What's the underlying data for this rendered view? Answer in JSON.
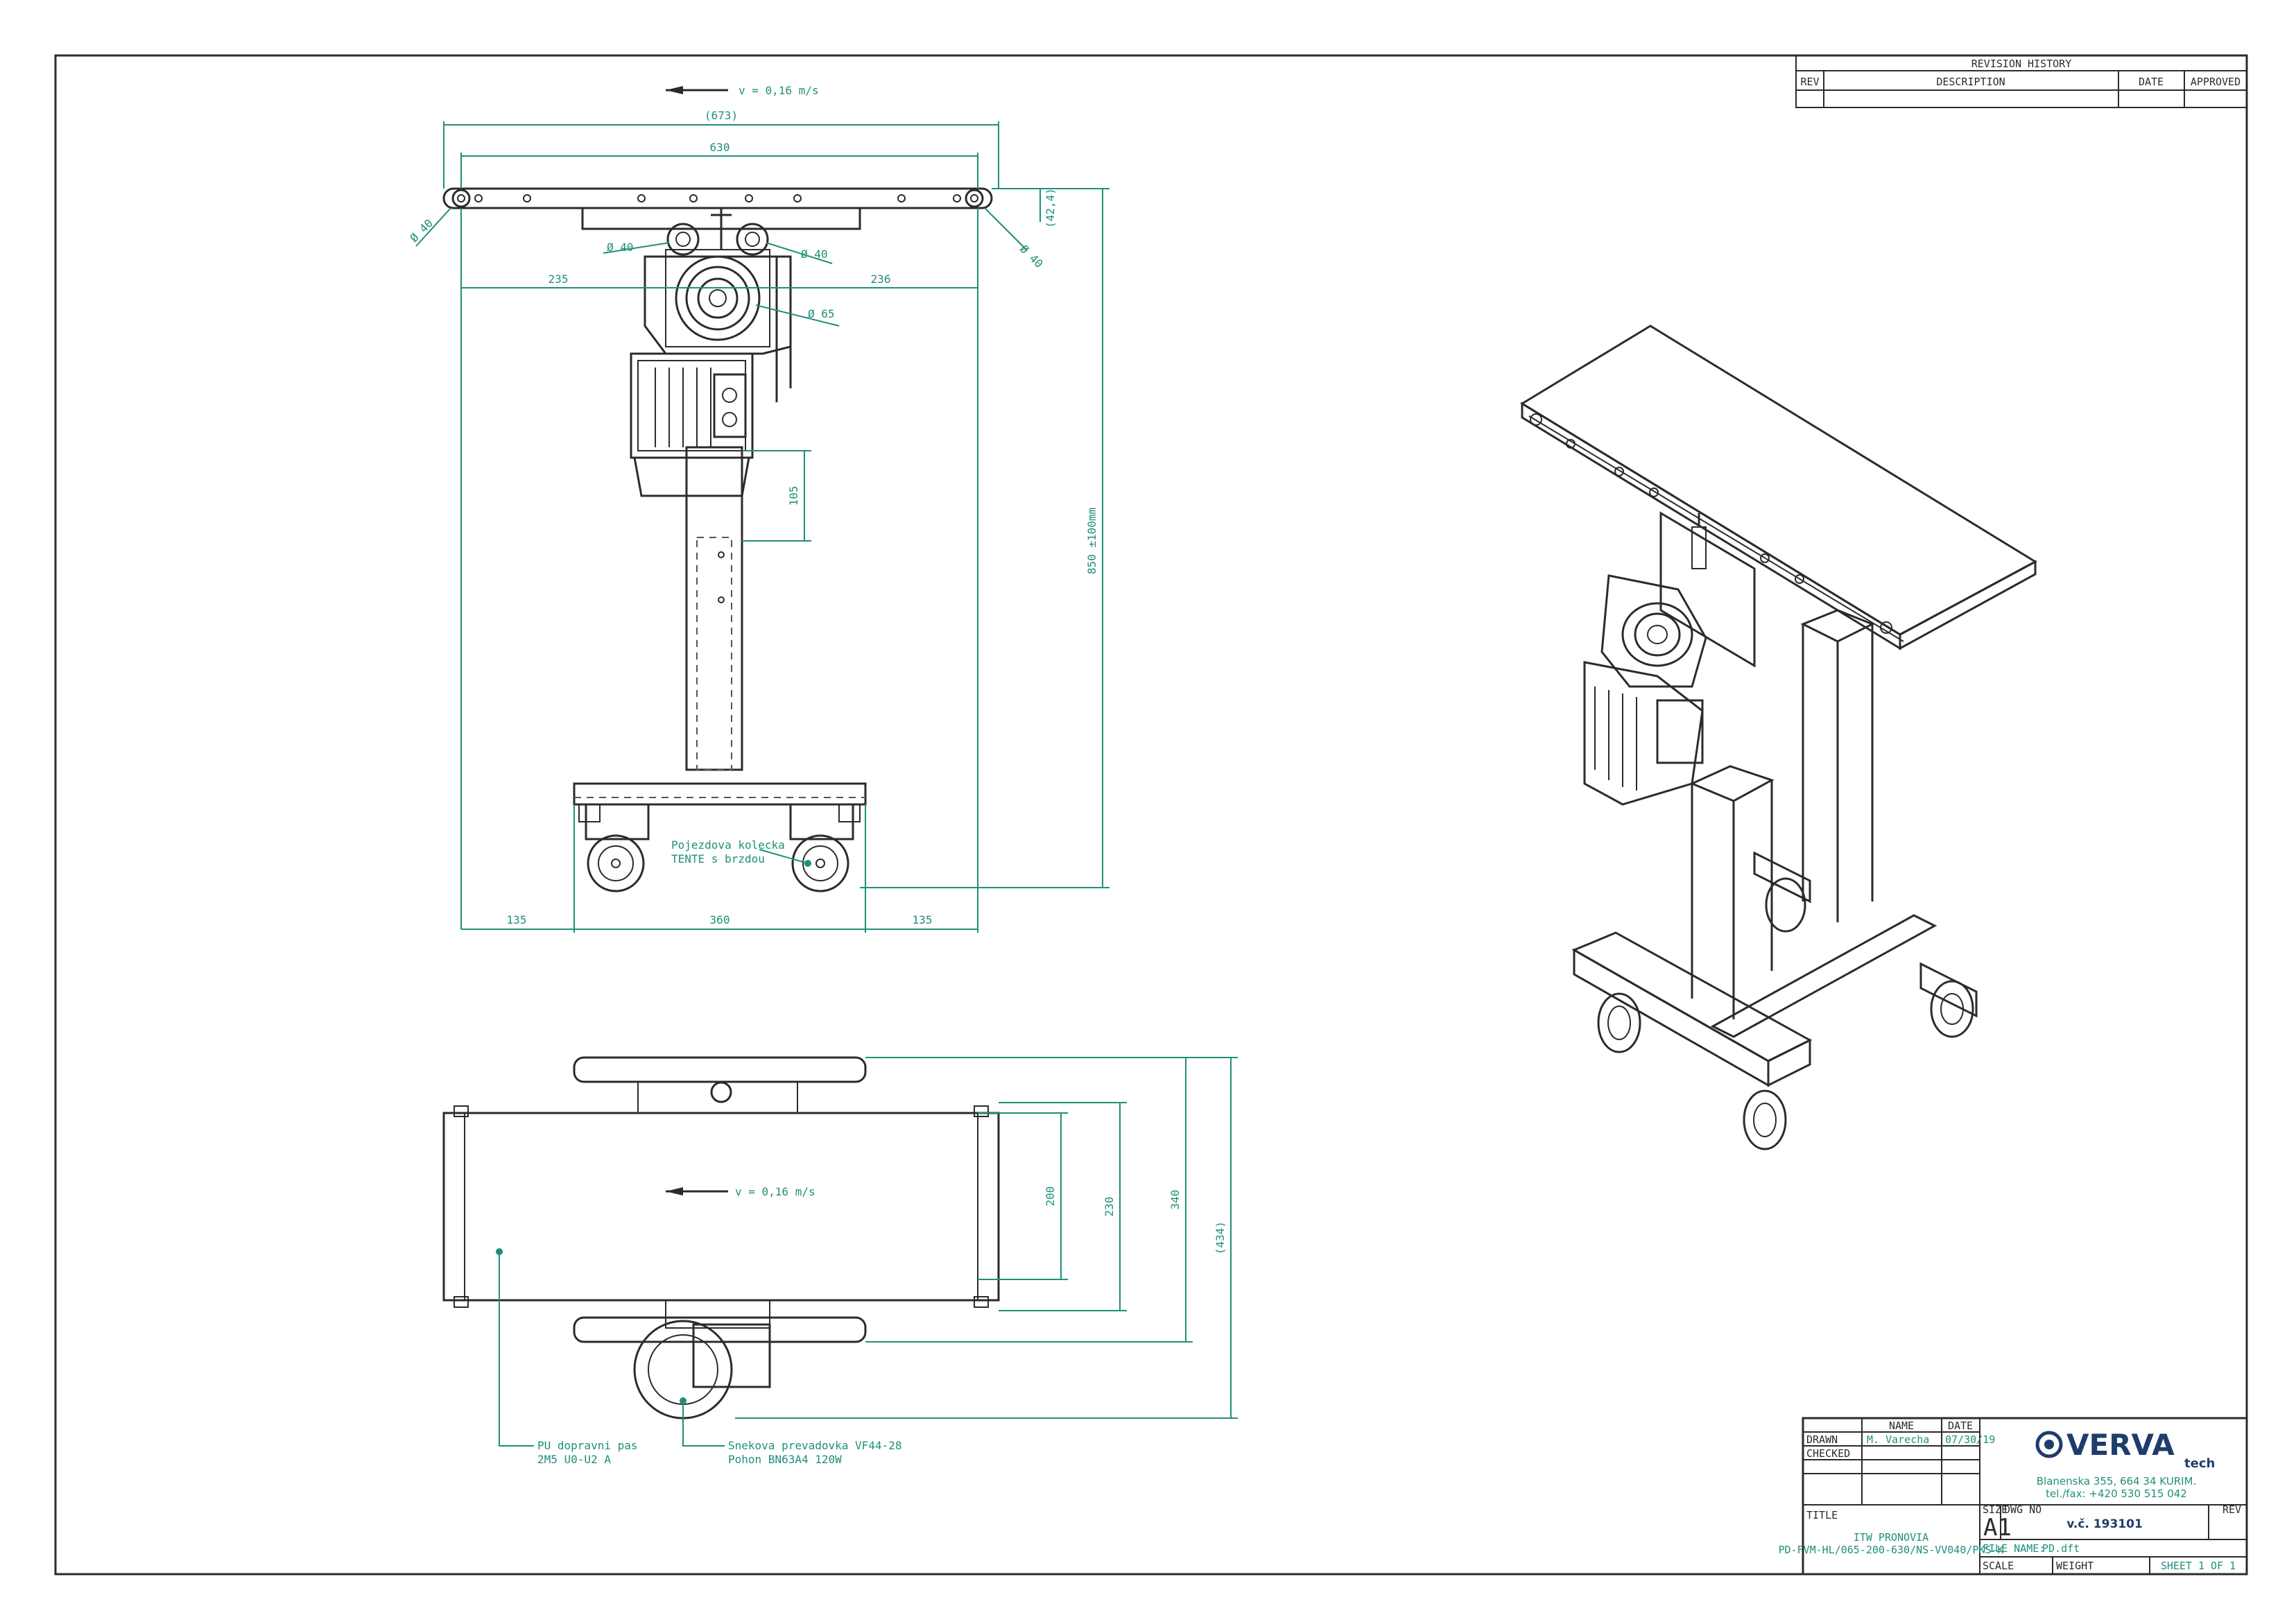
{
  "revision_table": {
    "title": "REVISION HISTORY",
    "headers": [
      "REV",
      "DESCRIPTION",
      "DATE",
      "APPROVED"
    ]
  },
  "front_view": {
    "speed": "v = 0,16 m/s",
    "dims": {
      "overall": "(673)",
      "width": "630",
      "left_offset": "235",
      "right_offset": "236",
      "d_roller_left": "Ø 40",
      "d_roller_right": "Ø 40",
      "d_drive_left": "Ø 40",
      "d_drive_right": "Ø 40",
      "d_drive": "Ø 65",
      "top_thickness": "(42,4)",
      "height": "850 ±100mm",
      "adjust": "105",
      "base_left": "135",
      "base_mid": "360",
      "base_right": "135"
    },
    "note_wheels": [
      "Pojezdova kolecka",
      "TENTE s brzdou"
    ]
  },
  "top_view": {
    "speed": "v = 0,16 m/s",
    "dims": {
      "belt": "200",
      "frame": "230",
      "outer": "340",
      "overall": "(434)"
    },
    "note_belt": [
      "PU dopravni pas",
      "2M5 U0-U2 A"
    ],
    "note_drive": [
      "Snekova prevadovka VF44-28",
      "Pohon BN63A4 120W"
    ]
  },
  "title_block": {
    "name_label": "NAME",
    "date_label": "DATE",
    "drawn_label": "DRAWN",
    "drawn_name": "M. Varecha",
    "drawn_date": "07/30/19",
    "checked_label": "CHECKED",
    "company": "VERVA",
    "company_sub": "tech",
    "address": "Blanenska 355, 664 34 KURIM.",
    "phone": "tel./fax: +420 530 515 042",
    "title_label": "TITLE",
    "title_line1": "ITW PRONOVIA",
    "title_line2": "PD-FVM-HL/065-200-630/NS-VV040/PKS-K",
    "size_label": "SIZE",
    "size": "A1",
    "dwg_label": "DWG NO",
    "dwg_no": "v.č. 193101",
    "rev_label": "REV",
    "file_label": "FILE NAME:",
    "file_name": "PD.dft",
    "scale_label": "SCALE",
    "weight_label": "WEIGHT",
    "sheet": "SHEET 1 OF 1"
  },
  "colors": {
    "line": "#2b2b2b",
    "dimension": "#1f8f7a",
    "brand": "#1e3d6b"
  }
}
